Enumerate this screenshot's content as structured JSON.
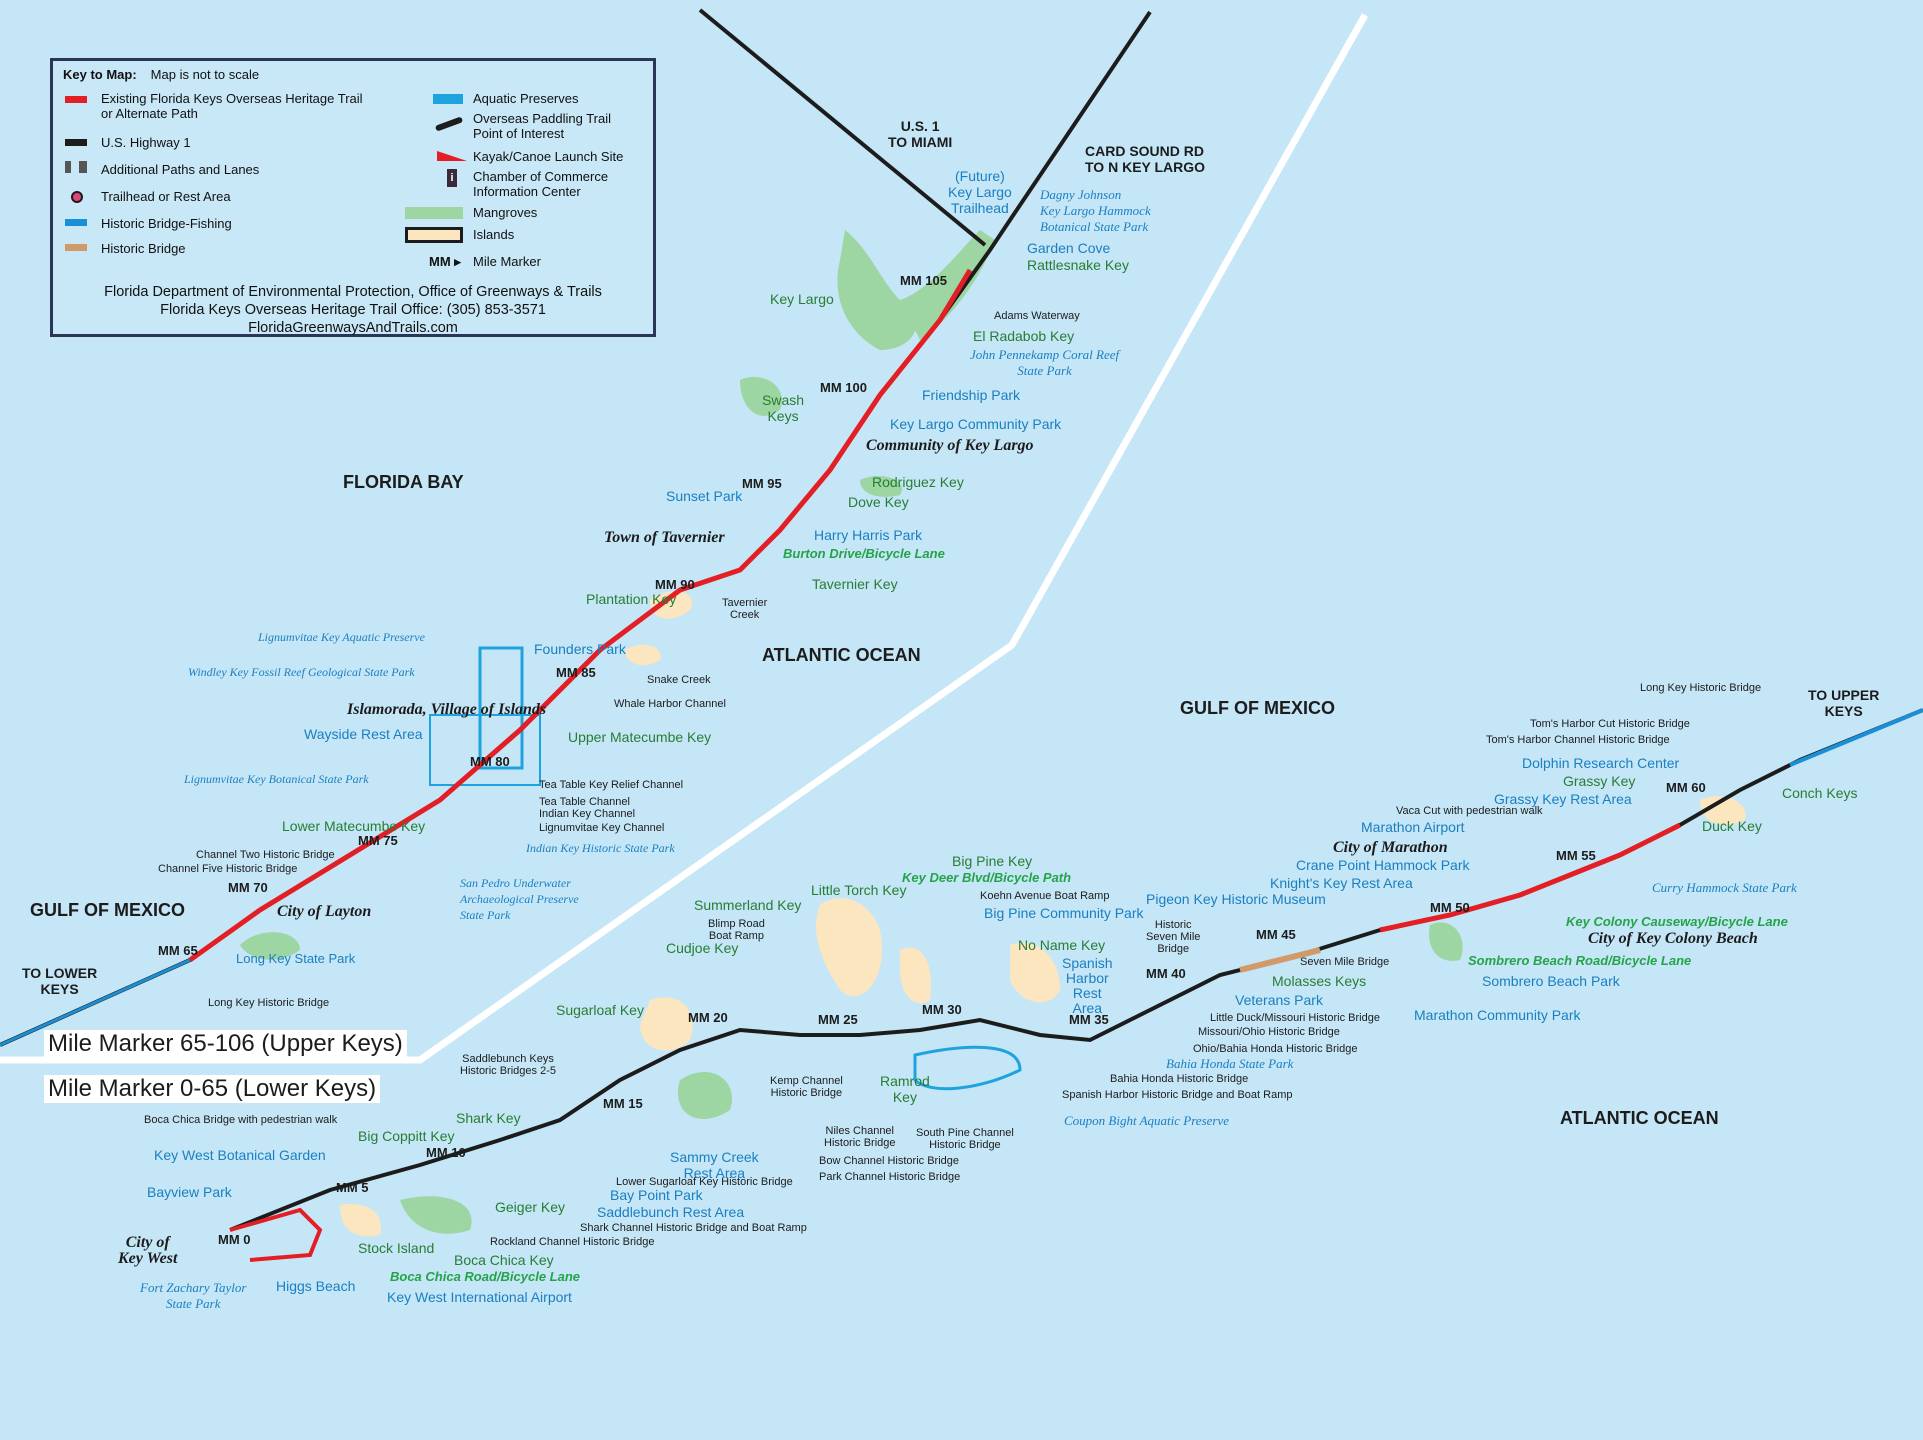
{
  "legend": {
    "title": "Key to Map:",
    "note": "Map is not to scale",
    "items_left": [
      {
        "label": "Existing Florida Keys Overseas Heritage Trail",
        "label2": "or Alternate Path",
        "color": "#e31e24"
      },
      {
        "label": "U.S. Highway 1",
        "color": "#1c1c1c"
      },
      {
        "label": "Additional Paths and Lanes",
        "color": "#555555"
      },
      {
        "label": "Trailhead or Rest Area",
        "color": "#e0457b"
      },
      {
        "label": "Historic Bridge-Fishing",
        "color": "#1a8fd6"
      },
      {
        "label": "Historic Bridge",
        "color": "#d19a6a"
      }
    ],
    "items_right": [
      {
        "label": "Aquatic Preserves",
        "color": "#1fa3df"
      },
      {
        "label": "Overseas Paddling Trail",
        "label2": "Point of Interest",
        "color": "#c4161c"
      },
      {
        "label": "Kayak/Canoe Launch Site",
        "color": "#e31e24"
      },
      {
        "label": "Chamber of Commerce",
        "label2": "Information Center",
        "color": "#3a2a3a"
      },
      {
        "label": "Mangroves",
        "color": "#9dd6a3"
      },
      {
        "label": "Islands",
        "color": "#fbe6c0"
      },
      {
        "label": "Mile Marker",
        "abbr": "MM"
      }
    ],
    "footer": [
      "Florida Department of Environmental Protection, Office of Greenways & Trails",
      "Florida Keys Overseas Heritage Trail Office: (305) 853-3571",
      "FloridaGreenwaysAndTrails.com"
    ]
  },
  "sections": {
    "upper": "Mile Marker 65-106 (Upper Keys)",
    "lower": "Mile Marker 0-65 (Lower Keys)"
  },
  "water_labels": {
    "florida_bay": "FLORIDA BAY",
    "atlantic_upper": "ATLANTIC OCEAN",
    "gulf_left": "GULF OF MEXICO",
    "gulf_right": "GULF OF MEXICO",
    "atlantic_lower": "ATLANTIC OCEAN"
  },
  "arrows": {
    "us1": [
      "U.S. 1",
      "TO MIAMI"
    ],
    "card_sound": [
      "CARD SOUND RD",
      "TO N KEY LARGO"
    ],
    "lower_keys": [
      "TO LOWER",
      "KEYS"
    ],
    "upper_keys": [
      "TO UPPER",
      "KEYS"
    ]
  },
  "mile_markers": [
    "MM 105",
    "MM 100",
    "MM 95",
    "MM 90",
    "MM 85",
    "MM 80",
    "MM 75",
    "MM 70",
    "MM 65",
    "MM 60",
    "MM 55",
    "MM 50",
    "MM 45",
    "MM 40",
    "MM 35",
    "MM 30",
    "MM 25",
    "MM 20",
    "MM 15",
    "MM 10",
    "MM 5",
    "MM 0"
  ],
  "towns": {
    "key_largo": "Community of Key Largo",
    "tavernier": "Town of Tavernier",
    "islamorada": "Islamorada, Village of Islands",
    "layton": "City of Layton",
    "marathon": "City of Marathon",
    "key_colony": "City of Key Colony Beach",
    "key_west": [
      "City of",
      "Key West"
    ]
  },
  "upper_labels": {
    "future_trailhead": [
      "(Future)",
      "Key Largo",
      "Trailhead"
    ],
    "dagny": [
      "Dagny Johnson",
      "Key Largo Hammock",
      "Botanical State Park"
    ],
    "garden_cove": "Garden Cove",
    "rattlesnake": "Rattlesnake Key",
    "key_largo": "Key Largo",
    "adams": "Adams Waterway",
    "el_radabob": "El Radabob Key",
    "pennekamp": [
      "John Pennekamp Coral Reef",
      "State Park"
    ],
    "friendship": "Friendship Park",
    "swash": [
      "Swash",
      "Keys"
    ],
    "kl_community_park": "Key Largo Community Park",
    "rodriguez": "Rodriguez Key",
    "sunset": "Sunset Park",
    "dove": "Dove Key",
    "harry_harris": "Harry Harris Park",
    "burton": "Burton Drive/Bicycle Lane",
    "tavernier_key": "Tavernier Key",
    "plantation": "Plantation Key",
    "tavernier_creek": [
      "Tavernier",
      "Creek"
    ],
    "lig_aquatic": "Lignumvitae Key Aquatic Preserve",
    "founders": "Founders Park",
    "windley": "Windley Key Fossil Reef Geological State Park",
    "snake_creek": "Snake Creek",
    "whale_harbor": "Whale Harbor Channel",
    "wayside": "Wayside Rest Area",
    "upper_matecumbe": "Upper Matecumbe Key",
    "lig_botanical": "Lignumvitae Key Botanical State Park",
    "tea_table_relief": "Tea Table Key Relief Channel",
    "tea_table": "Tea Table Channel",
    "indian_channel": "Indian Key Channel",
    "lig_channel": "Lignumvitae Key Channel",
    "lower_matecumbe": "Lower Matecumbe Key",
    "indian_key": "Indian Key Historic State Park",
    "channel_two": "Channel Two Historic Bridge",
    "channel_five": "Channel Five Historic Bridge",
    "san_pedro": [
      "San Pedro Underwater",
      "Archaeological Preserve",
      "State Park"
    ],
    "long_key_sp": "Long Key State Park",
    "long_key_bridge": "Long Key Historic Bridge"
  },
  "lower_labels": {
    "long_key_hb": "Long Key Historic Bridge",
    "toms_cut": "Tom's Harbor Cut Historic Bridge",
    "toms_channel": "Tom's Harbor Channel Historic Bridge",
    "dolphin": "Dolphin Research Center",
    "grassy": "Grassy Key",
    "grassy_rest": "Grassy Key Rest Area",
    "conch": "Conch Keys",
    "vaca_cut": "Vaca Cut with pedestrian walk",
    "duck": "Duck Key",
    "marathon_airport": "Marathon Airport",
    "crane_point": "Crane Point Hammock Park",
    "knights": "Knight's Key Rest Area",
    "curry": "Curry Hammock State Park",
    "pigeon": "Pigeon Key Historic Museum",
    "key_colony_causeway": "Key Colony Causeway/Bicycle Lane",
    "sombrero_road": "Sombrero Beach Road/Bicycle Lane",
    "seven_mile_hist": [
      "Historic",
      "Seven Mile",
      "Bridge"
    ],
    "seven_mile": "Seven Mile Bridge",
    "sombrero_park": "Sombrero Beach Park",
    "molasses": "Molasses Keys",
    "veterans": "Veterans Park",
    "marathon_community": "Marathon Community Park",
    "little_duck": "Little Duck/Missouri Historic Bridge",
    "missouri_ohio": "Missouri/Ohio Historic Bridge",
    "ohio_bahia": "Ohio/Bahia Honda Historic Bridge",
    "bahia_sp": "Bahia Honda State Park",
    "bahia_bridge": "Bahia Honda Historic Bridge",
    "spanish_harbor_bridge": "Spanish Harbor Historic Bridge and Boat Ramp",
    "coupon_bight": "Coupon Bight Aquatic Preserve",
    "big_pine_key": "Big Pine Key",
    "key_deer": "Key Deer Blvd/Bicycle Path",
    "koehn": "Koehn Avenue Boat Ramp",
    "big_pine_cp": "Big Pine Community Park",
    "no_name": "No Name Key",
    "spanish_rest": [
      "Spanish",
      "Harbor",
      "Rest",
      "Area"
    ],
    "little_torch": "Little Torch Key",
    "summerland": "Summerland Key",
    "blimp": [
      "Blimp Road",
      "Boat Ramp"
    ],
    "cudjoe": "Cudjoe Key",
    "sugarloaf": "Sugarloaf Key",
    "ramrod": [
      "Ramrod",
      "Key"
    ],
    "kemp": [
      "Kemp Channel",
      "Historic Bridge"
    ],
    "niles": [
      "Niles Channel",
      "Historic Bridge"
    ],
    "south_pine": [
      "South Pine Channel",
      "Historic Bridge"
    ],
    "bow": "Bow Channel Historic Bridge",
    "park_channel": "Park Channel Historic Bridge",
    "saddlebunch_bridges": [
      "Saddlebunch Keys",
      "Historic Bridges 2-5"
    ],
    "shark_key": "Shark Key",
    "big_coppitt": "Big Coppitt Key",
    "boca_chica_walk": "Boca Chica Bridge with pedestrian walk",
    "kw_botanical": "Key West Botanical Garden",
    "bayview": "Bayview Park",
    "sammy_creek": [
      "Sammy Creek",
      "Rest Area"
    ],
    "lower_sugarloaf": "Lower Sugarloaf Key Historic Bridge",
    "bay_point": "Bay Point Park",
    "saddlebunch_rest": "Saddlebunch Rest Area",
    "shark_channel": "Shark Channel Historic Bridge and Boat Ramp",
    "rockland": "Rockland Channel Historic Bridge",
    "geiger": "Geiger Key",
    "stock_island": "Stock Island",
    "boca_chica_key": "Boca Chica Key",
    "boca_chica_road": "Boca Chica Road/Bicycle Lane",
    "kw_airport": "Key West International Airport",
    "higgs": "Higgs Beach",
    "fort_zachary": [
      "Fort Zachary Taylor",
      "State Park"
    ]
  }
}
